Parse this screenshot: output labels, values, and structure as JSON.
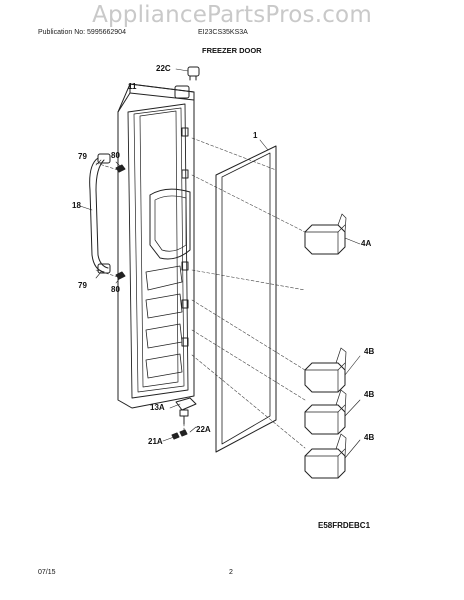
{
  "watermark": "AppliancePartsPros.com",
  "header": {
    "publication": "Publication No: 5995662904",
    "model": "EI23CS35KS3A"
  },
  "section_title": "FREEZER DOOR",
  "diagram_code": "E58FRDEBC1",
  "footer": {
    "date": "07/15",
    "page": "2"
  },
  "part_labels": {
    "cap": "22C",
    "door": "11",
    "gasket": "1",
    "screw_top_left": "79",
    "screw_top_right": "80",
    "handle": "18",
    "screw_bottom_left": "79",
    "screw_bottom_right": "80",
    "bin_small": "4A",
    "bin_1": "4B",
    "bin_2": "4B",
    "bin_3": "4B",
    "hinge": "13A",
    "hinge_pin": "22A",
    "hinge_screw": "21A"
  }
}
